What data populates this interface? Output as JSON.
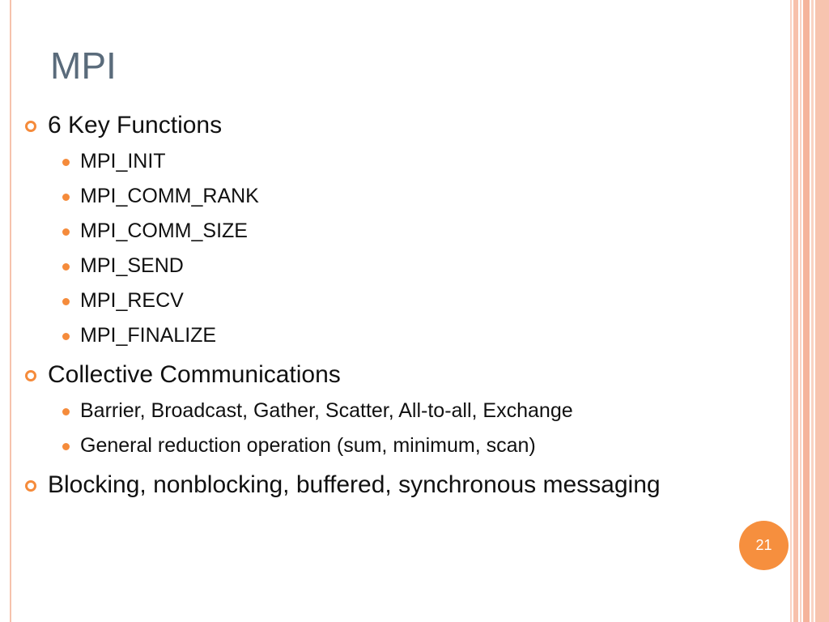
{
  "slide": {
    "title": "MPI",
    "page_number": "21",
    "bullets": [
      {
        "text": "6 Key Functions",
        "subitems": [
          "MPI_INIT",
          "MPI_COMM_RANK",
          "MPI_COMM_SIZE",
          "MPI_SEND",
          "MPI_RECV",
          "MPI_FINALIZE"
        ]
      },
      {
        "text": "Collective Communications",
        "subitems": [
          "Barrier, Broadcast, Gather, Scatter, All-to-all, Exchange",
          "General reduction operation (sum, minimum, scan)"
        ]
      },
      {
        "text": "Blocking, nonblocking, buffered, synchronous messaging",
        "subitems": []
      }
    ]
  },
  "theme": {
    "accent": "#f58b3b",
    "title_color": "#5a6b7b",
    "border_color": "#f6c2ad"
  }
}
